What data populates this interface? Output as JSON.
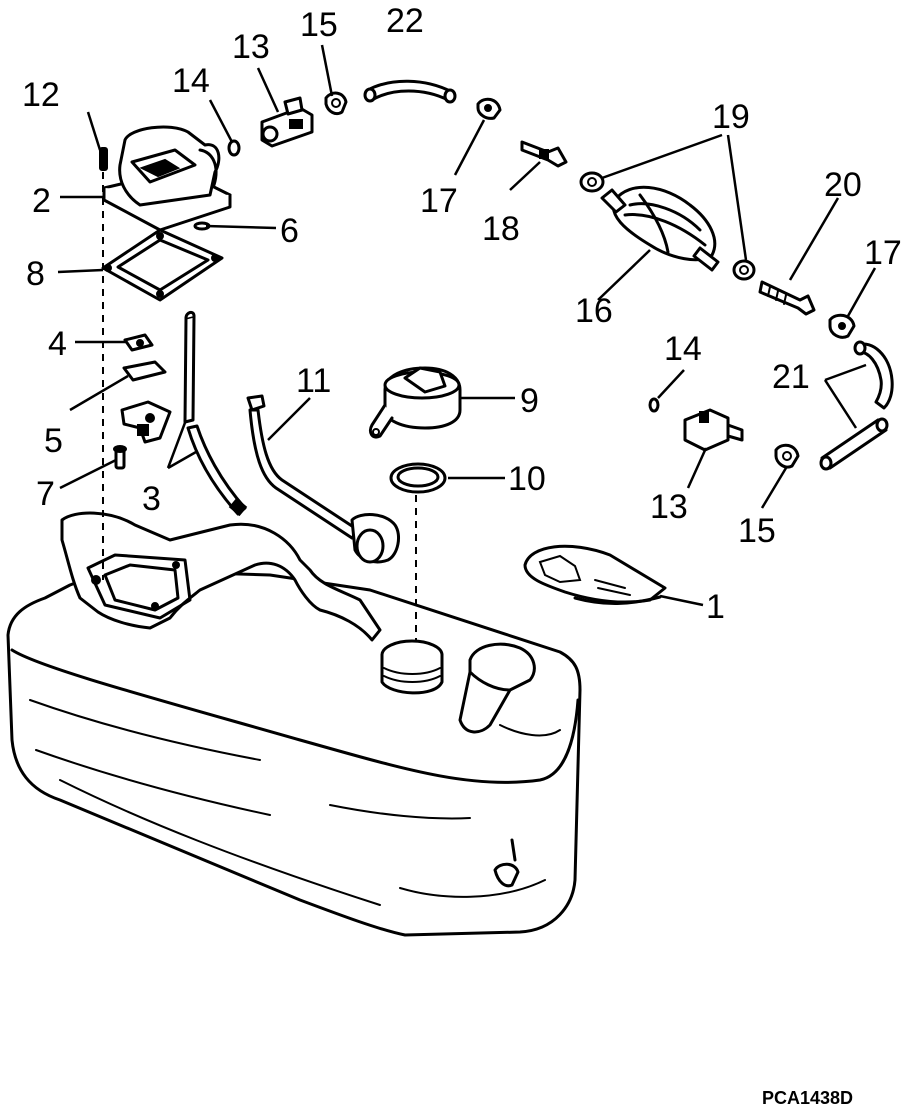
{
  "drawing_code": "PCA1438D",
  "callouts": [
    "1",
    "2",
    "3",
    "4",
    "5",
    "6",
    "7",
    "8",
    "9",
    "10",
    "11",
    "12",
    "13",
    "14",
    "15",
    "16",
    "17",
    "18",
    "19",
    "20",
    "21",
    "22"
  ],
  "repeat_labels": {
    "13_b": "13",
    "14_b": "14",
    "15_b": "15",
    "17_b": "17"
  }
}
